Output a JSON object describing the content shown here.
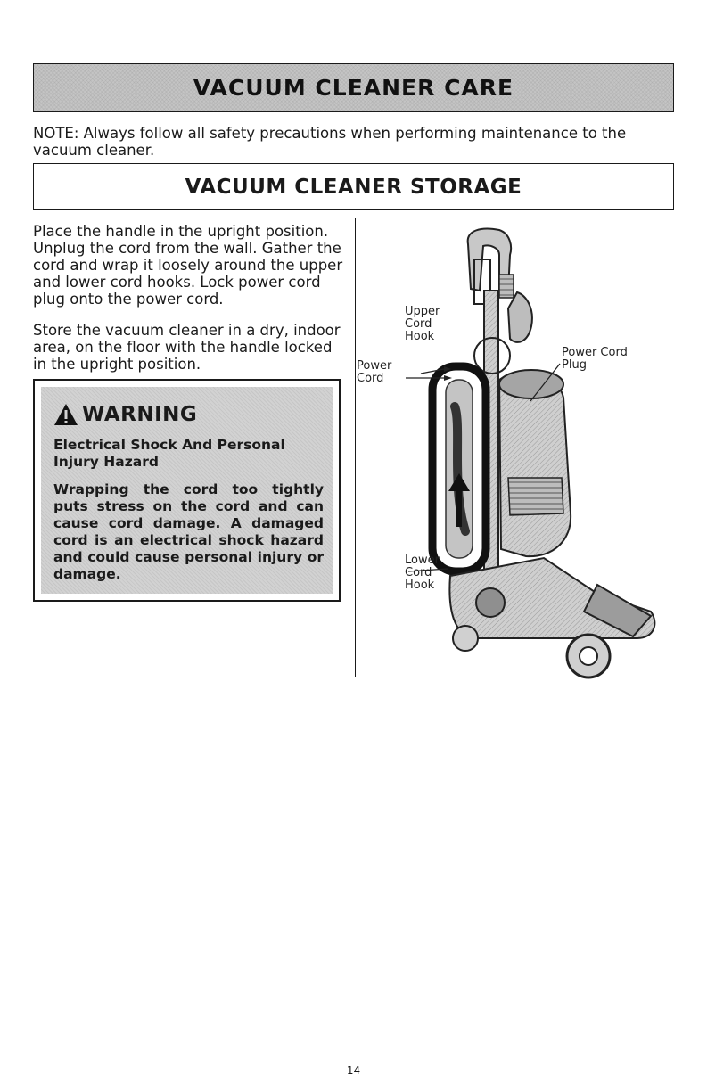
{
  "header": {
    "title": "VACUUM CLEANER CARE"
  },
  "note": "NOTE: Always follow all safety precautions when performing maintenance to the vacuum cleaner.",
  "storage": {
    "title": "VACUUM CLEANER STORAGE",
    "paragraph1": "Place the handle in the upright position. Unplug the cord from the wall. Gather the cord and wrap it loosely around the upper and lower cord hooks. Lock power cord plug onto the power cord.",
    "paragraph2": "Store the vacuum cleaner in a dry, indoor area, on the floor with the handle locked in the upright position."
  },
  "warning": {
    "title": "WARNING",
    "subtitle": "Electrical Shock And Personal Injury Hazard",
    "body": "Wrapping the cord too tightly puts stress on the cord and can cause cord damage. A damaged cord is an electrical shock hazard and could cause personal injury or damage."
  },
  "figure_labels": {
    "upper_hook": [
      "Upper",
      "Cord",
      "Hook"
    ],
    "power_cord": [
      "Power",
      "Cord"
    ],
    "power_cord_plug": [
      "Power Cord",
      "Plug"
    ],
    "lower_hook": [
      "Lower",
      "Cord",
      "Hook"
    ]
  },
  "footer": {
    "page_number": "-14-"
  }
}
